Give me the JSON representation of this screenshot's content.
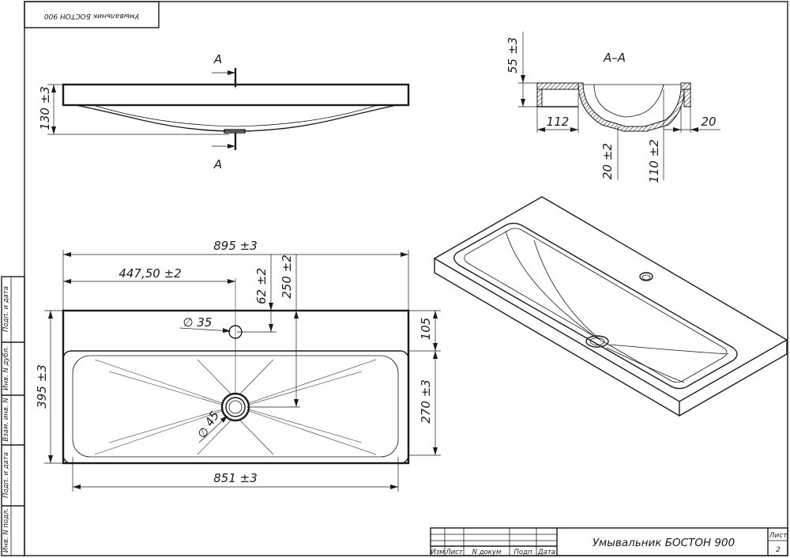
{
  "title_block": {
    "title": "Умывальник БОСТОН 900",
    "sheet_label": "Лист",
    "sheet_number": "2",
    "columns": [
      "Изм",
      "Лист",
      "N докум",
      "Подп",
      "Дата"
    ]
  },
  "top_stamp": {
    "text": "Умывальник БОСТОН 900"
  },
  "side_strip": {
    "labels": [
      "Подп. и дата",
      "Инв. N дубл.",
      "Взам. инв. N",
      "Подп. и дата",
      "Инв. N подл."
    ]
  },
  "section_markers": {
    "cut_label": "А",
    "section_title": "А–А"
  },
  "dimensions": {
    "front_height": "130 ±3",
    "section_height": "55 ±3",
    "section_width_left": "112",
    "section_width_right": "20",
    "section_depth_a": "20 ±2",
    "section_depth_b": "110 ±2",
    "overall_width": "895 ±3",
    "half_width": "447,50 ±2",
    "hole_offset": "62 ±2",
    "drain_offset": "250 ±2",
    "hole_diameter": "∅ 35",
    "drain_diameter": "∅ 45",
    "overall_depth": "395 ±3",
    "deck_depth": "105",
    "bowl_depth": "270 ±3",
    "bowl_width": "851 ±3"
  }
}
